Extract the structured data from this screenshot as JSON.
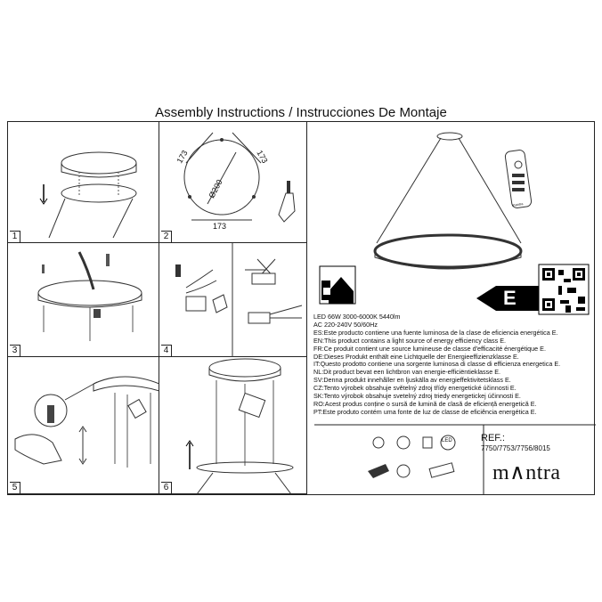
{
  "header": {
    "title": "Assembly Instructions / Instrucciones De Montaje"
  },
  "steps": [
    "1",
    "2",
    "3",
    "4",
    "5",
    "6"
  ],
  "dimensions": {
    "side_left": "173",
    "side_right": "173",
    "bottom": "173",
    "diameter": "Ø200"
  },
  "remote": {
    "brand": "mantra"
  },
  "energy_class": "E",
  "specs": {
    "line1": "LED 66W  3000-6000K  5440lm",
    "line2": "AC 220-240V  50/60Hz",
    "es": "ES:Este producto contiene una fuente luminosa de la clase de eficiencia energética E.",
    "en": "EN:This product contains a light source of energy efficiency class E.",
    "fr": "FR:Ce produit contient une source lumineuse de classe d'efficacité énergétique E.",
    "de": "DE:Dieses Produkt enthält eine Lichtquelle der Energieeffizienzklasse E.",
    "it": "IT:Questo prodotto contiene una sorgente luminosa di classe di efficienza energetica E.",
    "nl": "NL:Dit product bevat een lichtbron van energie-efficiëntieklasse E.",
    "sv": "SV:Denna produkt innehåller en ljuskälla av energieffektivitetsklass E.",
    "cz": "CZ:Tento výrobek obsahuje světelný zdroj třídy energetické účinnosti E.",
    "sk": "SK:Tento výrobok obsahuje svetelný zdroj triedy energetickej účinnosti E.",
    "ro": "RO:Acest produs conține o sursă de lumină de clasă de eficiență energetică E.",
    "pt": "PT:Este produto contém uma fonte de luz de classe de eficiência energética E."
  },
  "led_badge": "LED",
  "reference": {
    "label": "REF.:",
    "numbers": "7750/7753/7756/8015"
  },
  "brand": "m∧ntra"
}
